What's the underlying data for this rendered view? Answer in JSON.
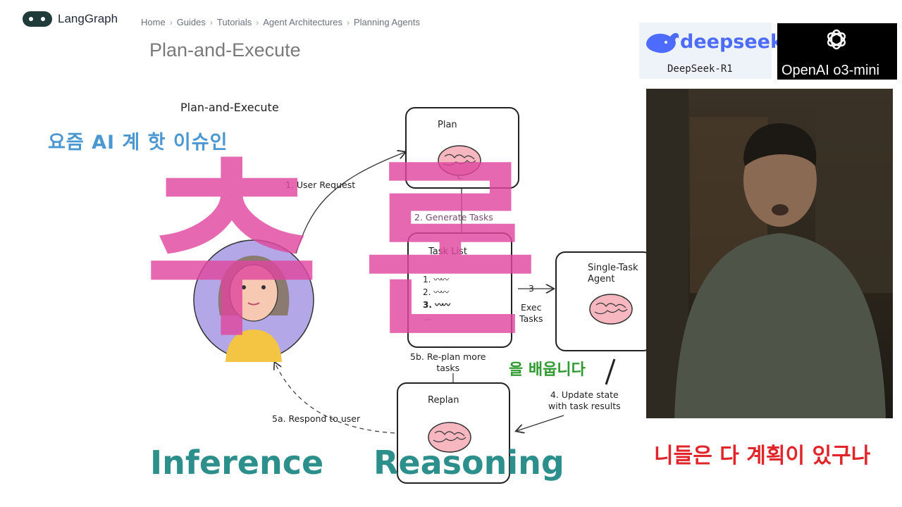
{
  "header": {
    "logo_text": "LangGraph",
    "breadcrumb": [
      "Home",
      "Guides",
      "Tutorials",
      "Agent Architectures",
      "Planning Agents"
    ],
    "page_title": "Plan-and-Execute"
  },
  "diagram": {
    "title": "Plan-and-Execute",
    "boxes": {
      "plan": "Plan",
      "task_list": "Task List",
      "single_task_agent": "Single-Task\nAgent",
      "replan": "Replan"
    },
    "task_items": [
      "1.",
      "2.",
      "3.",
      "..."
    ],
    "edges": {
      "user_request": "1. User Request",
      "generate_tasks": "2. Generate Tasks",
      "exec_num": "3",
      "exec_tasks": "Exec\nTasks",
      "update_state": "4. Update state\nwith task results",
      "respond_user": "5a. Respond to user",
      "replan_more": "5b. Re-plan more\ntasks"
    }
  },
  "overlays": {
    "ko_top": "요즘 AI 계 핫 이슈인",
    "ko_big_1": "추",
    "ko_big_2": "론",
    "ko_middle": "을 배웁니다",
    "ko_subtitle": "니들은 다 계획이 있구나",
    "inference": "Inference",
    "reasoning": "Reasoning"
  },
  "logos": {
    "deepseek_word": "deepseek",
    "deepseek_model": "DeepSeek-R1",
    "openai_model": "OpenAI o3-mini"
  },
  "colors": {
    "blue": "#4a97d2",
    "pink": "#e0489f",
    "green": "#2f9a2f",
    "red": "#e0262b",
    "teal": "#2c8f8b",
    "deepseek": "#4d6bfe"
  }
}
